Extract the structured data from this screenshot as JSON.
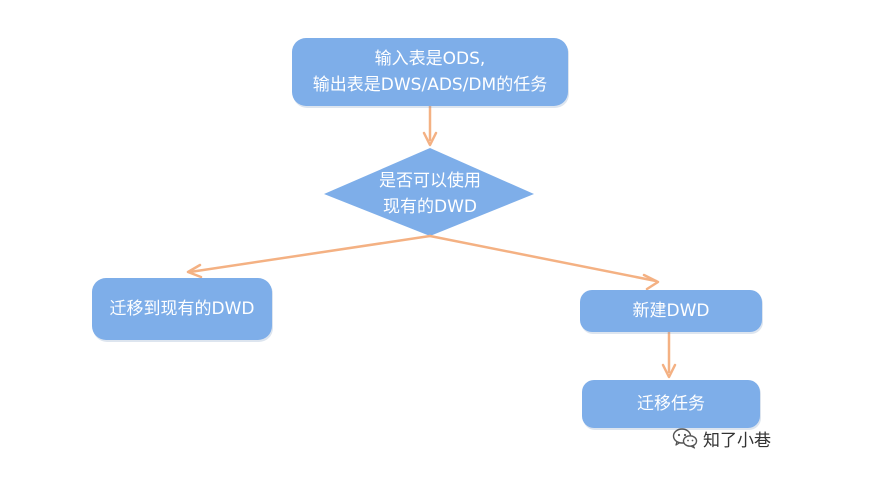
{
  "nodes": {
    "start": {
      "line1": "输入表是ODS,",
      "line2": "输出表是DWS/ADS/DM的任务"
    },
    "decision": {
      "line1": "是否可以使用",
      "line2": "现有的DWD"
    },
    "migrate_existing": {
      "label": "迁移到现有的DWD"
    },
    "new_dwd": {
      "label": "新建DWD"
    },
    "migrate_task": {
      "label": "迁移任务"
    }
  },
  "watermark": {
    "text": "知了小巷",
    "icon": "wechat-icon"
  },
  "colors": {
    "node_fill": "#7eaee9",
    "arrow": "#f4b183",
    "text": "#ffffff"
  }
}
